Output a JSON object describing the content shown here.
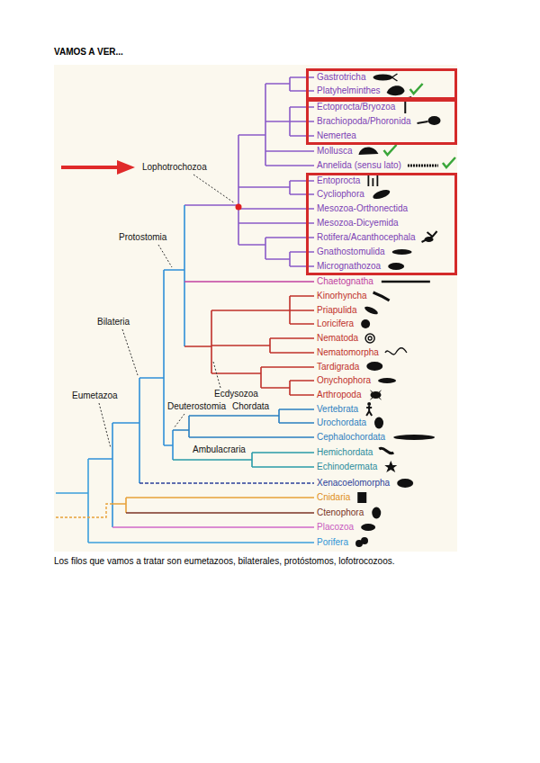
{
  "diagram": {
    "title": "VAMOS A VER...",
    "caption": "Los filos que vamos a tratar son eumetazoos, bilaterales, protóstomos, lofotrocozoos.",
    "nodes": [
      {
        "text": [
          "Gastrotricha",
          "Platyhelminthes"
        ]
      },
      {
        "text": [
          "Ectoprocta/Bryozoa",
          "Brachiopoda/Phoronida",
          "Nemertea"
        ]
      },
      {
        "text": [
          "Entoprocta",
          "Cycliophora",
          "Mesozoa-Orthonectida",
          "Mesozoa-Dicyemida",
          "Rotifera/Acanthocephala",
          "Gnathostomulida",
          "Micrognathozoa"
        ]
      }
    ],
    "labels": [
      "Lophotrochozoa",
      "Protostomia",
      "Bilateria",
      "Eumetazoa",
      "Ecdysozoa",
      "Deuterostomia",
      "Chordata",
      "Ambulacraria",
      "Mollusca",
      "Annelida (sensu lato)",
      "Chaetognatha",
      "Kinorhyncha",
      "Priapulida",
      "Loricifera",
      "Nematoda",
      "Nematomorpha",
      "Tardigrada",
      "Onychophora",
      "Arthropoda",
      "Vertebrata",
      "Urochordata",
      "Cephalochordata",
      "Hemichordata",
      "Echinodermata",
      "Xenacoelomorpha",
      "Cnidaria",
      "Ctenophora",
      "Placozoa",
      "Porifera"
    ]
  }
}
